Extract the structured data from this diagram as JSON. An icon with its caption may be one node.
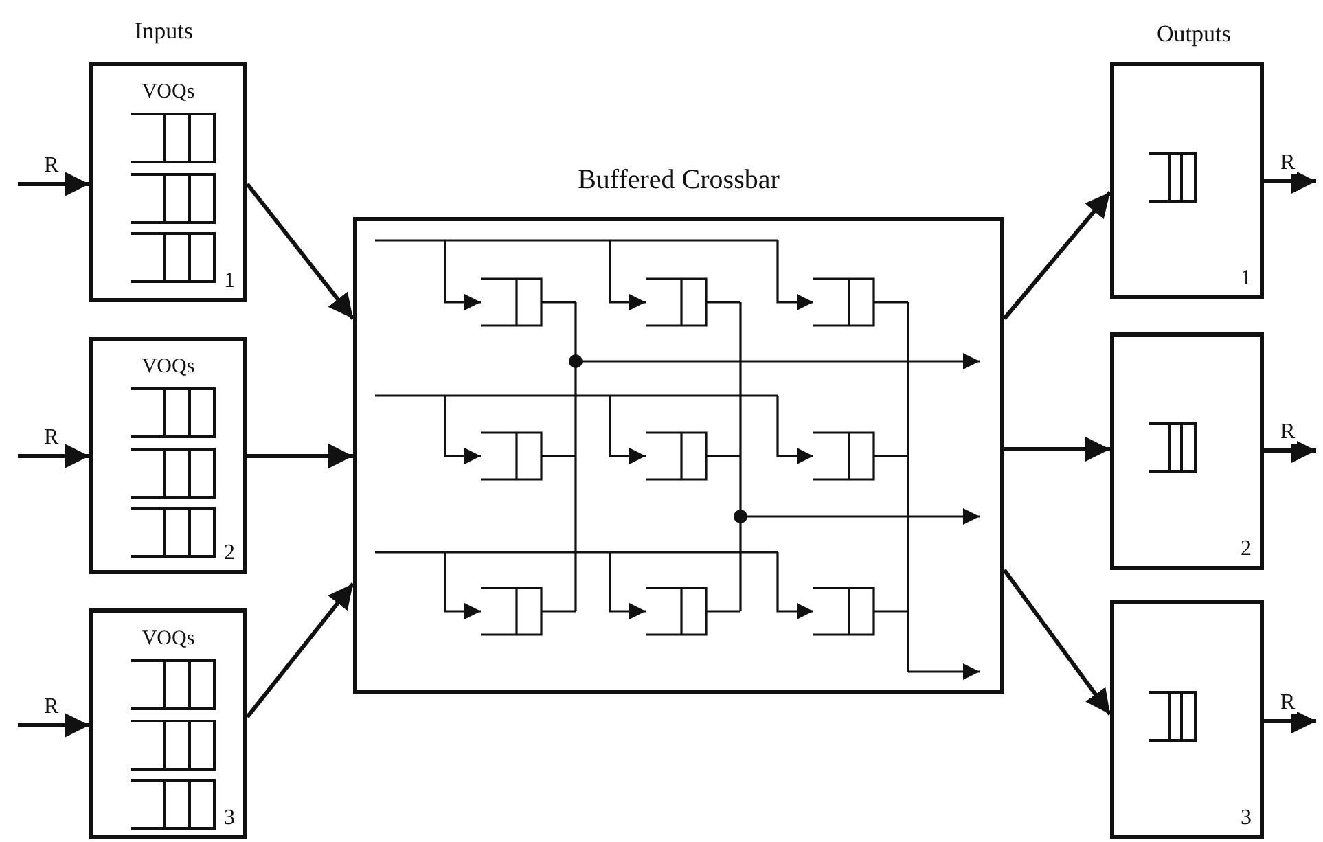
{
  "diagram": {
    "nodes": [
      {
        "text": [
          "VOQs",
          "1"
        ]
      },
      {
        "text": [
          "VOQs",
          "2"
        ]
      },
      {
        "text": [
          "VOQs",
          "3"
        ]
      },
      {
        "text": [
          "Buffered Crossbar"
        ]
      },
      {
        "text": [
          "1"
        ]
      },
      {
        "text": [
          "2"
        ]
      },
      {
        "text": [
          "3"
        ]
      }
    ],
    "edges": [
      {
        "from": null,
        "to": 0,
        "arrow": "to",
        "label": "R"
      },
      {
        "from": null,
        "to": 1,
        "arrow": "to",
        "label": "R"
      },
      {
        "from": null,
        "to": 2,
        "arrow": "to",
        "label": "R"
      },
      {
        "from": 0,
        "to": 3,
        "arrow": "to"
      },
      {
        "from": 1,
        "to": 3,
        "arrow": "to"
      },
      {
        "from": 2,
        "to": 3,
        "arrow": "to"
      },
      {
        "from": 3,
        "to": 4,
        "arrow": "to"
      },
      {
        "from": 3,
        "to": 5,
        "arrow": "to"
      },
      {
        "from": 3,
        "to": 6,
        "arrow": "to"
      },
      {
        "from": 4,
        "to": null,
        "arrow": "to",
        "label": "R"
      },
      {
        "from": 5,
        "to": null,
        "arrow": "to",
        "label": "R"
      },
      {
        "from": 6,
        "to": null,
        "arrow": "to",
        "label": "R"
      }
    ],
    "labels": [
      "Inputs",
      "Outputs"
    ]
  }
}
